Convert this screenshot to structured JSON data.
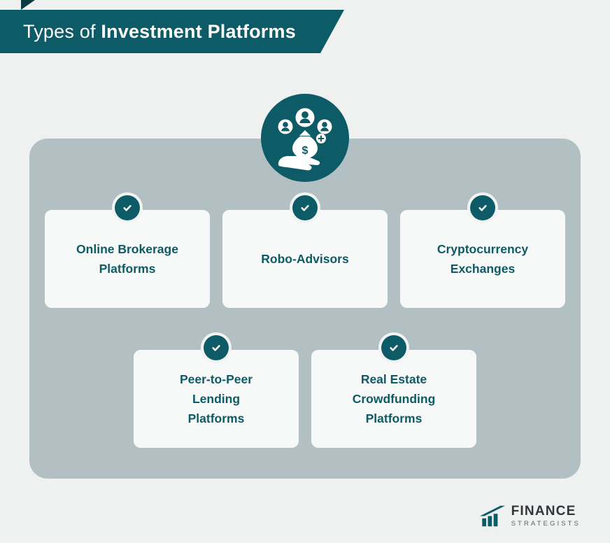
{
  "header": {
    "title_prefix": "Types of",
    "title_emphasis": "Investment Platforms"
  },
  "panel": {
    "rows": [
      {
        "cards": [
          {
            "label": "Online Brokerage Platforms",
            "lines": [
              "Online Brokerage",
              "Platforms"
            ]
          },
          {
            "label": "Robo-Advisors",
            "lines": [
              "Robo-Advisors"
            ]
          },
          {
            "label": "Cryptocurrency Exchanges",
            "lines": [
              "Cryptocurrency",
              "Exchanges"
            ]
          }
        ]
      },
      {
        "cards": [
          {
            "label": "Peer-to-Peer Lending Platforms",
            "lines": [
              "Peer-to-Peer",
              "Lending",
              "Platforms"
            ]
          },
          {
            "label": "Real Estate Crowdfunding Platforms",
            "lines": [
              "Real Estate",
              "Crowdfunding",
              "Platforms"
            ]
          }
        ]
      }
    ]
  },
  "icons": {
    "hero": "hand-presenting-money-bag-with-users-icon",
    "card_badge": "check-circle-icon",
    "logo": "finance-strategists-logo-icon"
  },
  "footer": {
    "brand_name": "FINANCE",
    "brand_tagline": "STRATEGISTS"
  },
  "colors": {
    "teal": "#0d5b66",
    "teal_dark": "#083c45",
    "panel_bg": "#b2c0c3",
    "page_bg": "#eff1f0",
    "card_bg": "#f7f8f8",
    "check_ring": "#f2f4f4",
    "brand_text": "#30373a",
    "brand_sub_text": "#5c6468"
  }
}
